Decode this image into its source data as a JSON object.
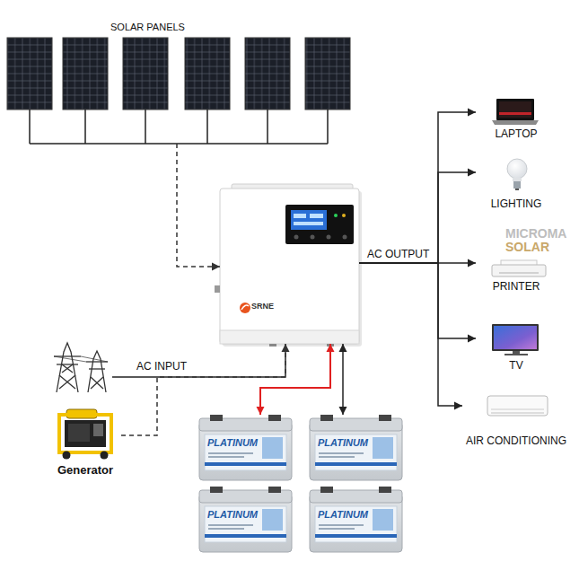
{
  "diagram": {
    "nodes": [
      {
        "text": [
          "SOLAR PANELS"
        ]
      },
      {
        "text": [
          "SRNE"
        ]
      },
      {
        "text": [
          "LAPTOP"
        ]
      },
      {
        "text": [
          "LIGHTING"
        ]
      },
      {
        "text": [
          "PRINTER"
        ]
      },
      {
        "text": [
          "TV"
        ]
      },
      {
        "text": [
          "AIR CONDITIONING"
        ]
      },
      {
        "text": [
          "Generator"
        ]
      },
      {
        "text": [
          "PLATINUM"
        ]
      },
      {
        "text": [
          "PLATINUM"
        ]
      },
      {
        "text": [
          "PLATINUM"
        ]
      },
      {
        "text": [
          "PLATINUM"
        ]
      }
    ],
    "edges": [
      {
        "from": 0,
        "to": 1,
        "arrow": "to"
      },
      {
        "from": 1,
        "to": 2,
        "arrow": "to"
      },
      {
        "from": 1,
        "to": 3,
        "arrow": "to"
      },
      {
        "from": 1,
        "to": 4,
        "arrow": "to",
        "label": "AC OUTPUT"
      },
      {
        "from": 1,
        "to": 5,
        "arrow": "to"
      },
      {
        "from": 1,
        "to": 6,
        "arrow": "to"
      },
      {
        "from": 7,
        "to": 1,
        "arrow": "to",
        "label": "AC INPUT"
      },
      {
        "from": 1,
        "to": 8,
        "arrow": "both"
      },
      {
        "from": 1,
        "to": 9,
        "arrow": "both"
      }
    ],
    "labels": [
      "MICROMA",
      "SOLAR"
    ]
  }
}
